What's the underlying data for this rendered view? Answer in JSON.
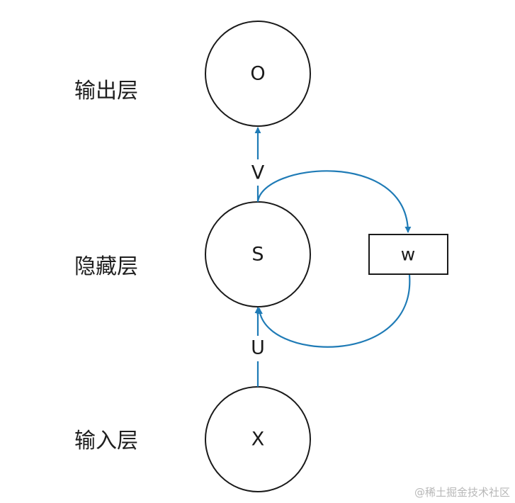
{
  "layers": {
    "output": "输出层",
    "hidden": "隐藏层",
    "input": "输入层"
  },
  "nodes": {
    "output": "O",
    "hidden": "S",
    "input": "X"
  },
  "weights": {
    "v": "V",
    "u": "U",
    "w": "w"
  },
  "watermark": "@稀土掘金技术社区",
  "colors": {
    "edge": "#1f7bb6",
    "stroke": "#1a1a1a",
    "background": "#ffffff"
  }
}
